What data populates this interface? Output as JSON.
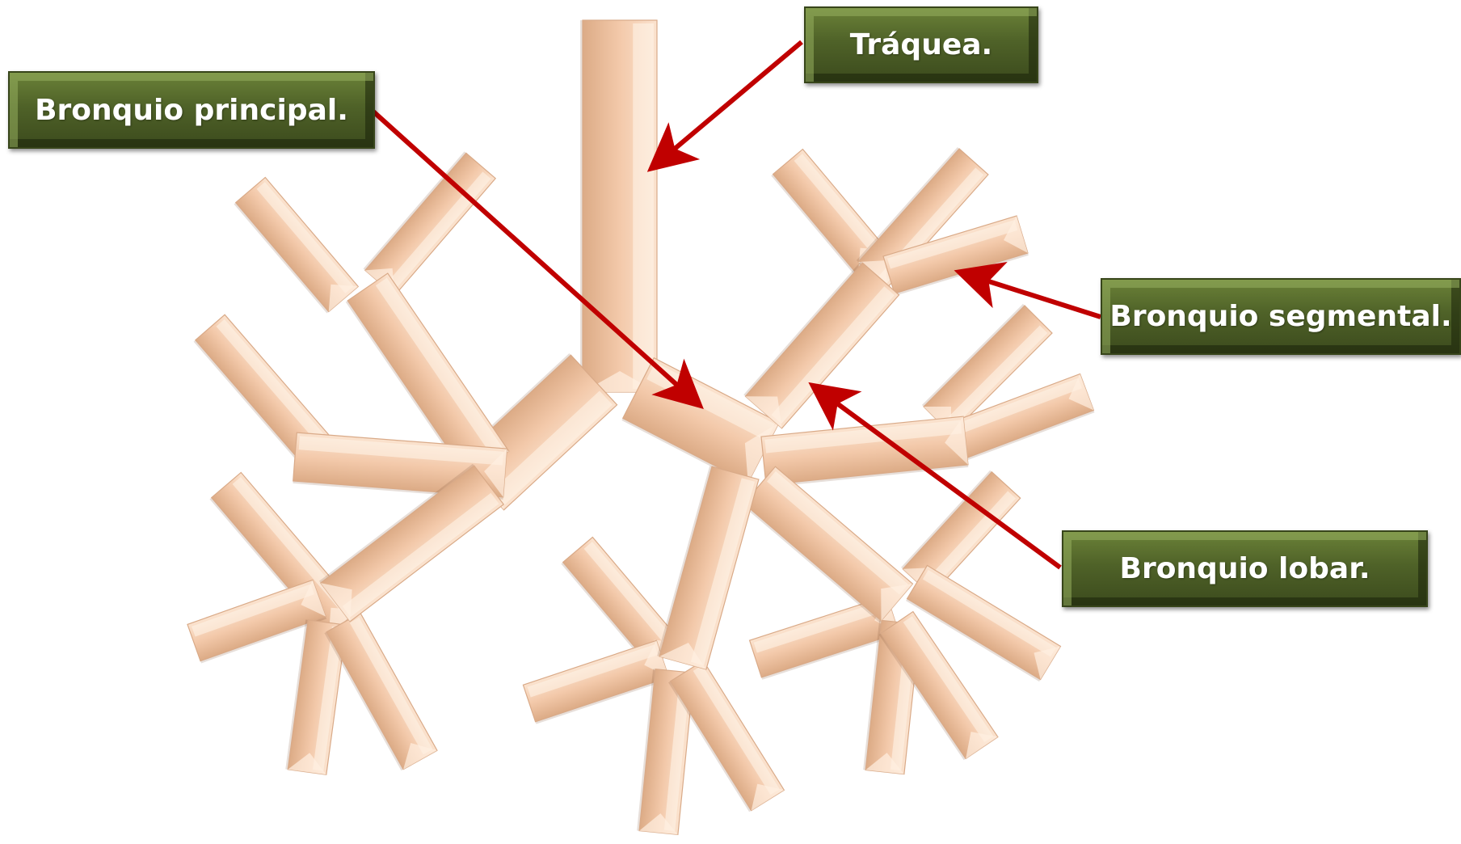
{
  "labels": {
    "traquea": "Tráquea.",
    "bronquio_principal": "Bronquio principal.",
    "bronquio_segmental": "Bronquio segmental.",
    "bronquio_lobar": "Bronquio lobar."
  },
  "colors": {
    "tube": "#f3c9aa",
    "label_box": "#4f6228",
    "label_text": "#ffffff",
    "arrow": "#c00000"
  }
}
